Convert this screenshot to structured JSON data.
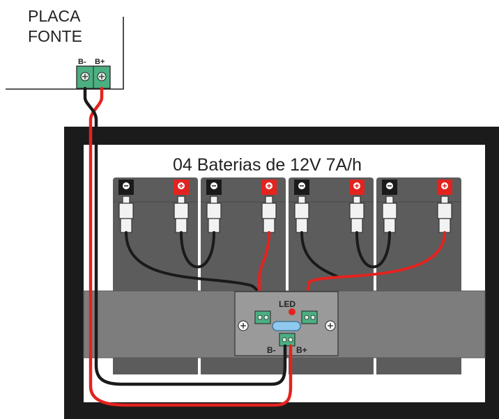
{
  "supply_board": {
    "title_line1": "PLACA",
    "title_line2": "FONTE",
    "neg_label": "B-",
    "pos_label": "B+"
  },
  "battery_box": {
    "title": "04 Baterias de 12V 7A/h",
    "battery_count": 4,
    "neg_symbol": "⊖",
    "pos_symbol": "⊕"
  },
  "distribution_board": {
    "led_label": "LED",
    "neg_label": "B-",
    "pos_label": "B+",
    "mount_symbol": "⊕"
  },
  "colors": {
    "positive_wire": "#e3231f",
    "negative_wire": "#1a1a1a",
    "terminal_block": "#4caf82",
    "led": "#e3231f",
    "fuse": "#8fc9f0",
    "battery": "#5c5c5c",
    "rail": "#7d7d7d"
  }
}
